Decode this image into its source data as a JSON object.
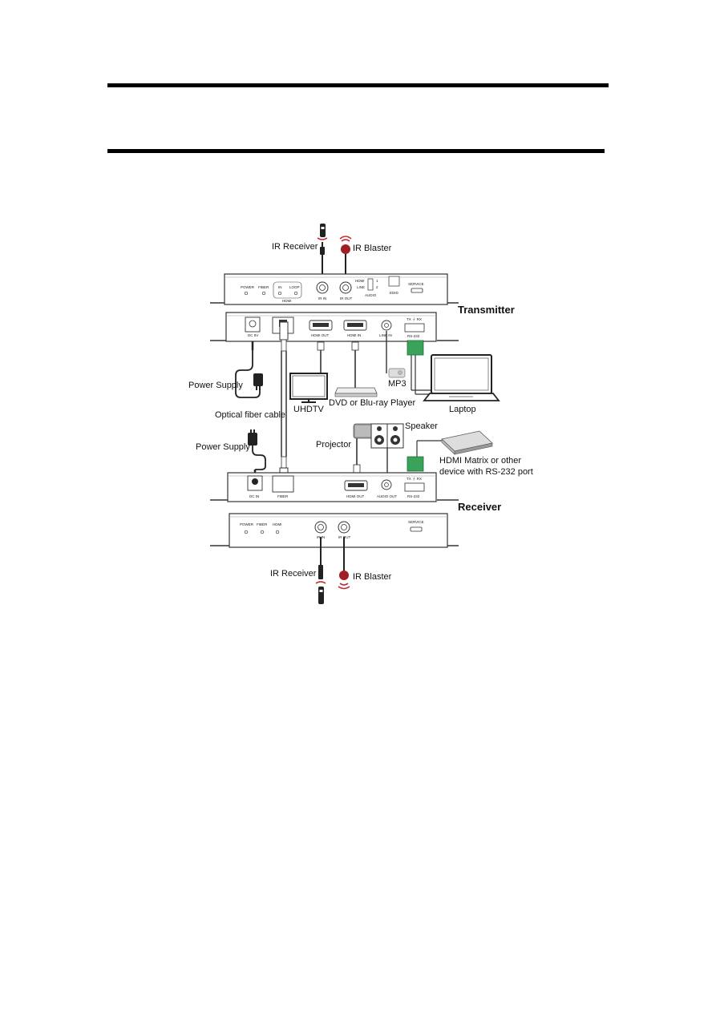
{
  "devices": {
    "transmitter": "Transmitter",
    "receiver": "Receiver"
  },
  "callouts": {
    "tx_ir_receiver": "IR Receiver",
    "tx_ir_blaster": "IR Blaster",
    "rx_ir_receiver": "IR Receiver",
    "rx_ir_blaster": "IR Blaster",
    "power_supply_tx": "Power Supply",
    "power_supply_rx": "Power Supply",
    "optical_fiber": "Optical fiber cable",
    "uhdtv": "UHDTV",
    "dvd": "DVD or Blu-ray Player",
    "mp3": "MP3",
    "laptop": "Laptop",
    "projector": "Projector",
    "speaker": "Speaker",
    "hdmi_matrix_line1": "HDMI Matrix or other",
    "hdmi_matrix_line2": "device with RS-232 port"
  },
  "panel_labels": {
    "tx_front_power": "POWER",
    "tx_front_fiber": "FIBER",
    "tx_front_in": "IN",
    "tx_front_loop": "LOOP",
    "tx_front_hdmi": "HDMI",
    "tx_front_ir_in": "IR IN",
    "tx_front_ir_out": "IR OUT",
    "tx_front_hdmi_sw": "HDMI",
    "tx_front_line_sw": "LINE",
    "tx_front_sw1": "1",
    "tx_front_sw2": "2",
    "tx_front_audio": "AUDIO",
    "tx_front_edid": "EDID",
    "tx_front_service": "SERVICE",
    "tx_rear_dc": "DC 5V",
    "tx_rear_hdmi_out": "HDMI OUT",
    "tx_rear_hdmi_in": "HDMI IN",
    "tx_rear_line_in": "LINE IN",
    "tx_rear_rs232_pins": "TX ⏚ RX",
    "tx_rear_rs232": "RS-232",
    "rx_rear_dc": "DC IN",
    "rx_rear_fiber": "FIBER",
    "rx_rear_hdmi_out": "HDMI OUT",
    "rx_rear_audio_out": "AUDIO OUT",
    "rx_rear_rs232_pins": "TX ⏚ RX",
    "rx_rear_rs232": "RS-232",
    "rx_front_power": "POWER",
    "rx_front_fiber": "FIBER",
    "rx_front_hdmi": "HDMI",
    "rx_front_ir_in": "IR IN",
    "rx_front_ir_out": "IR OUT",
    "rx_front_service": "SERVICE"
  },
  "colors": {
    "rule": "#000000",
    "panel_fill": "#ffffff",
    "panel_stroke": "#333333",
    "ir_red": "#c0262d",
    "terminal_green": "#3aa35a",
    "cable": "#222222"
  }
}
